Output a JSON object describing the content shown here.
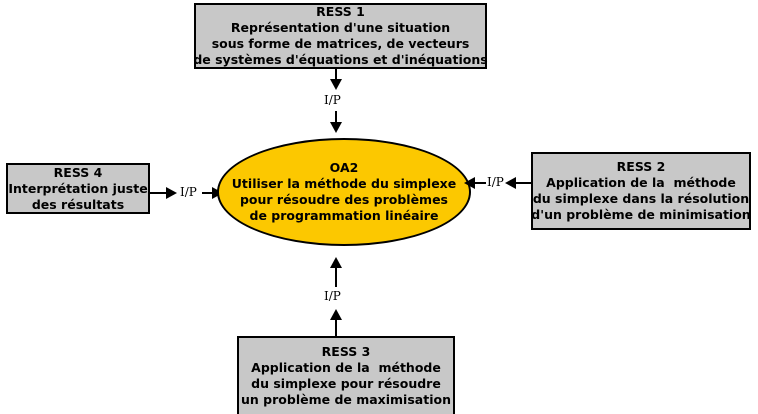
{
  "diagram": {
    "title": "OA2 - Methode du simplexe",
    "colors": {
      "box_fill": "#c8c8c8",
      "ellipse_fill": "#fcc800",
      "stroke": "#000000",
      "background": "#ffffff"
    },
    "central_node": {
      "id": "OA2",
      "lines": [
        "OA2",
        "Utiliser la méthode du simplexe",
        "pour résoudre des problèmes",
        "de programmation linéaire"
      ]
    },
    "resources": [
      {
        "id": "RESS 1",
        "position": "top",
        "lines": [
          "RESS 1",
          "Représentation d'une situation",
          "sous forme de matrices, de vecteurs",
          "de systèmes d'équations et d'inéquations"
        ]
      },
      {
        "id": "RESS 2",
        "position": "right",
        "lines": [
          "RESS 2",
          "Application de la  méthode",
          "du simplexe dans la résolution",
          "d'un problème de minimisation"
        ]
      },
      {
        "id": "RESS 3",
        "position": "bottom",
        "lines": [
          "RESS 3",
          "Application de la  méthode",
          "du simplexe pour résoudre",
          "un problème de maximisation"
        ]
      },
      {
        "id": "RESS 4",
        "position": "left",
        "lines": [
          "RESS 4",
          "Interprétation juste",
          "des résultats"
        ]
      }
    ],
    "connectors": [
      {
        "from": "RESS 1",
        "to": "OA2",
        "label": "I/P",
        "direction": "down"
      },
      {
        "from": "RESS 2",
        "to": "OA2",
        "label": "I/P",
        "direction": "left"
      },
      {
        "from": "RESS 3",
        "to": "OA2",
        "label": "I/P",
        "direction": "up"
      },
      {
        "from": "RESS 4",
        "to": "OA2",
        "label": "I/P",
        "direction": "right"
      }
    ]
  }
}
